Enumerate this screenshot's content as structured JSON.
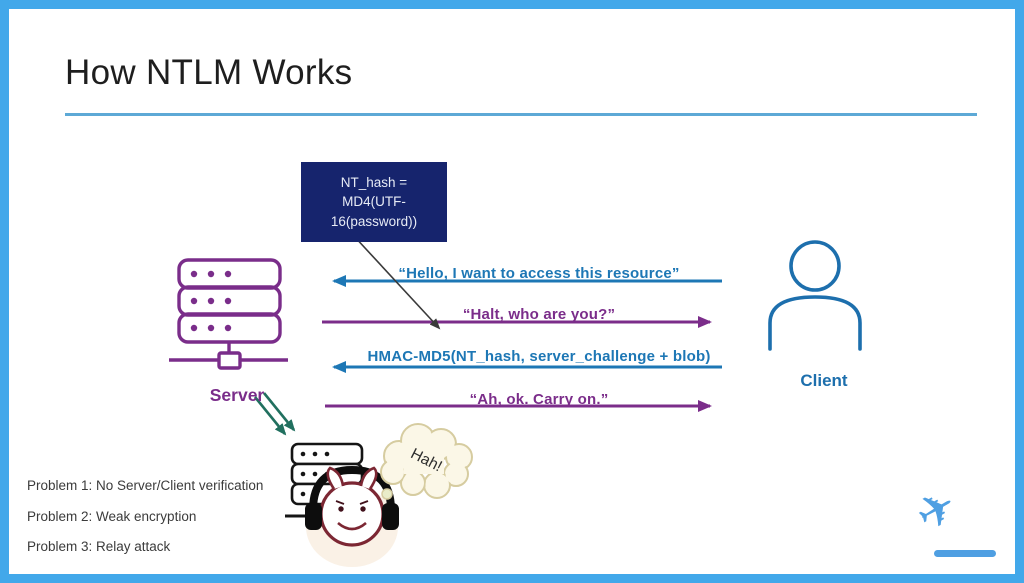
{
  "slide": {
    "title": "How NTLM Works",
    "border_color": "#42a8ea",
    "underline_color": "#5da9d6",
    "background": "#ffffff"
  },
  "note_box": {
    "lines": [
      "NT_hash =",
      "MD4(UTF-",
      "16(password))"
    ],
    "full_text": "NT_hash = MD4(UTF-16(password))",
    "bg_color": "#16246d",
    "text_color": "#e7ebf5"
  },
  "actors": {
    "server": {
      "label": "Server",
      "color": "#7a2d8a",
      "icon": "server-rack-icon"
    },
    "client": {
      "label": "Client",
      "color": "#1d6fad",
      "icon": "person-icon"
    },
    "attacker": {
      "icon": "devil-headphones-icon",
      "speech": "Hah!",
      "speech_bubble": "thought-cloud"
    }
  },
  "messages": [
    {
      "text": "“Hello, I want to access this resource”",
      "direction": "client-to-server",
      "color": "#1d77b5"
    },
    {
      "text": "“Halt, who are you?”",
      "direction": "server-to-client",
      "color": "#7b2d8a"
    },
    {
      "text": "HMAC-MD5(NT_hash, server_challenge + blob)",
      "direction": "client-to-server",
      "color": "#1d77b5"
    },
    {
      "text": "“Ah, ok. Carry on.”",
      "direction": "server-to-client",
      "color": "#7b2d8a"
    }
  ],
  "annotation_arrow": {
    "from": "note-box",
    "to": "hmac-message",
    "color": "#3a3a3a"
  },
  "attack_arrow": {
    "from": "server",
    "to": "attacker",
    "color": "#21705f",
    "style": "double-line"
  },
  "problems": [
    "Problem 1: No Server/Client verification",
    "Problem 2: Weak encryption",
    "Problem 3: Relay attack"
  ],
  "logo": {
    "icon": "airplane-takeoff-icon",
    "color": "#4f9fe2"
  }
}
